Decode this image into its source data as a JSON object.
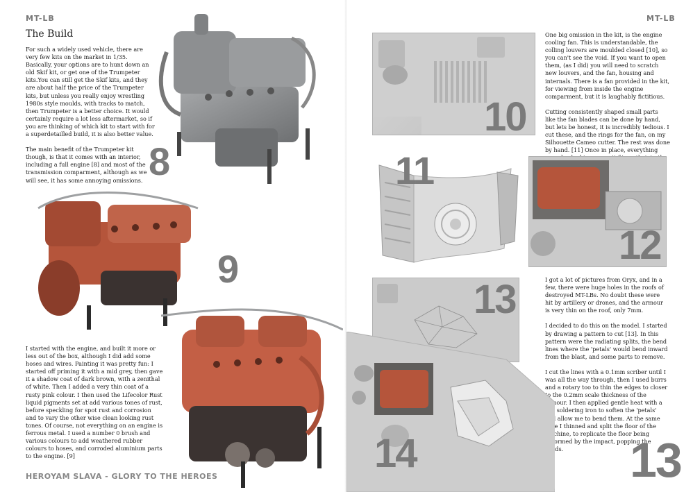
{
  "header": {
    "left": "MT-LB",
    "right": "MT-LB"
  },
  "footer": {
    "left": "HEROYAM SLAVA - GLORY TO THE HEROES"
  },
  "left_page": {
    "heading": "The Build",
    "intro_paragraphs": [
      "For such a widely used vehicle, there are very few kits on the market in 1/35. Basically, your options are to hunt down an old Skif kit, or get one of the Trumpeter kits.You can still get the Skif kits, and they are about half the price of the Trumpeter kits, but unless you really enjoy wrestling 1980s style moulds, with tracks to match, then Trumpeter is a better choice. It would certainly require a lot less aftermarket, so if you are thinking of which kit to start with for a superdetailled build, it is also better value.",
      "The main benefit of the Trumpeter kit though, is that it comes with an interior, including a full engine [8] and most of the transmission comparment, although as we will see, it has some annoying omissions."
    ],
    "engine_paragraph": "I started with the engine, and built it more or less out of the box, although I did add some hoses and wires. Painting it was pretty fun: I started off priming it with a mid grey, then gave it a shadow coat of dark brown, with a zenithal of white. Then I added a very thin coat of a rusty pink colour. I then used the Lifecolor Rust liquid pigments set at add various tones of rust, before speckling for spot rust and corrosion and to vary the other wise clean looking rust tones. Of course, not everything on an engine is ferrous metal. I used a number 0 brush and various colours to add weathered rubber colours to hoses, and corroded aluminium parts to the engine. [9]",
    "figure_numbers": {
      "fig8": "8",
      "fig9": "9"
    }
  },
  "right_page": {
    "top_paragraphs": [
      "One big omission in the kit, is the engine cooling fan. This is understandable, the colling louvers are moulded closed [10], so you can't see the void. If you want to open them, (as I did) you will need to scratch new louvers, and the fan, housing and internals. There is a fan provided in the kit, for viewing from inside the engine comparment, but it is laughably fictitious.",
      "Cutting consistently shaped small parts like the fan blades can be done by hand, but lets be honest, it is incredibly tedious. I cut these, and the rings for the fan, on my Silhouette Cameo cutter. The rest was done by hand. [11] Once in place, everything was checked to ensure it fit neatly into the hull. [12]"
    ],
    "mid_paragraphs": [
      "I got a lot of pictures from Oryx, and in a few, there were huge holes in the roofs of destroyed MT-LBs. No doubt these were hit by artillery or drones, and the armour is very thin on the roof, only 7mm.",
      "I decided to do this on the model. I started by drawing a pattern to cut [13]. In this pattern were the radiating splits, the bend lines where the 'petals' would bend inward from the blast, and some parts to remove.",
      "I cut the lines with a 0.1mm scriber until I was all the way through, then I used burrs and a rotary too to thin the edges to closer to the 0.2mm scale thickness of the armour. I then applied gentle heat with a gas soldering iron to soften the 'petals' and allow me to bend them. At the same time I thinned and split the floor of the machine, to replicate the floor being deformed by the impact, popping the welds."
    ],
    "figure_numbers": {
      "fig10": "10",
      "fig11": "11",
      "fig12": "12",
      "fig13a": "13",
      "fig13b": "13",
      "fig14": "14"
    }
  },
  "colors": {
    "figure_number": "#7b7b7b",
    "plastic_grey": "#c9c9c9",
    "rust": "#b5553b",
    "engine_grey": "#8d8f90"
  }
}
